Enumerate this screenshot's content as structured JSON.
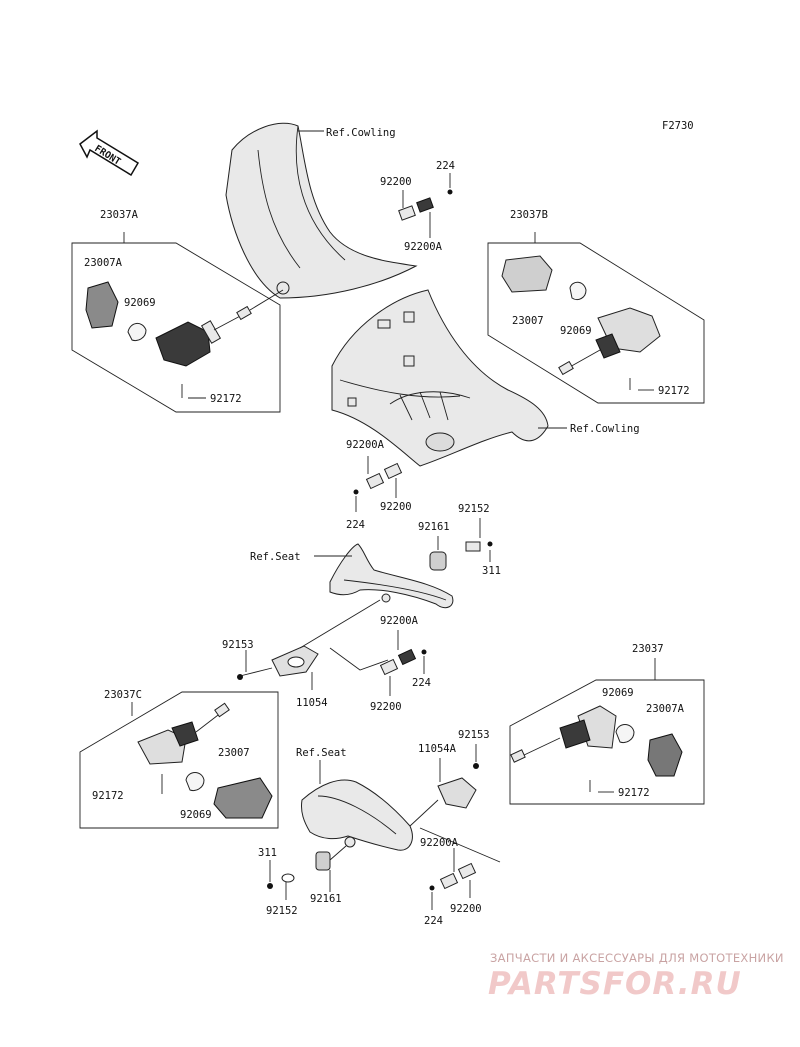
{
  "diagram_code": "F2730",
  "front_arrow_label": "FRONT",
  "ref_labels": {
    "cowling_top": "Ref.Cowling",
    "cowling_mid": "Ref.Cowling",
    "seat_upper": "Ref.Seat",
    "seat_lower": "Ref.Seat"
  },
  "part_labels": {
    "p23037A": "23037A",
    "p23007A_left": "23007A",
    "p92069_left": "92069",
    "p92172_left": "92172",
    "p92200_top": "92200",
    "p224_top": "224",
    "p92200A_top": "92200A",
    "p23037B": "23037B",
    "p23007_right": "23007",
    "p92069_right": "92069",
    "p92172_right": "92172",
    "p92200A_mid": "92200A",
    "p92200_mid": "92200",
    "p224_mid": "224",
    "p92152_upper": "92152",
    "p92161_upper": "92161",
    "p311_upper": "311",
    "p92153_left": "92153",
    "p11054": "11054",
    "p92200A_seat": "92200A",
    "p224_seat": "224",
    "p92200_seat": "92200",
    "p23037": "23037",
    "p92069_lr": "92069",
    "p23007A_lr": "23007A",
    "p92172_lr": "92172",
    "p23037C": "23037C",
    "p23007_ll": "23007",
    "p92172_ll": "92172",
    "p92069_ll": "92069",
    "p92153_right": "92153",
    "p11054A": "11054A",
    "p92200A_low": "92200A",
    "p224_low": "224",
    "p92200_low": "92200",
    "p311_low": "311",
    "p92152_low": "92152",
    "p92161_low": "92161"
  },
  "watermark": {
    "top": "ЗАПЧАСТИ И АКСЕССУАРЫ ДЛЯ МОТОТЕХНИКИ",
    "brand": "PARTSFOR.RU"
  },
  "colors": {
    "line": "#222222",
    "watermark": "#f1c9c9",
    "background": "#ffffff"
  }
}
